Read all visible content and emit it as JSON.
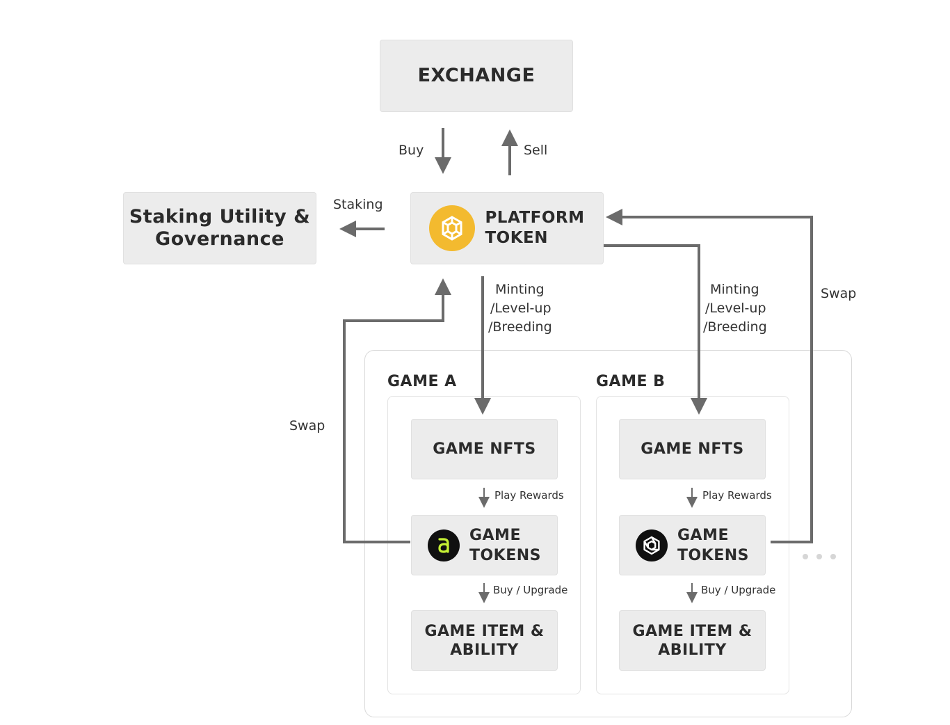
{
  "nodes": {
    "exchange": "EXCHANGE",
    "staking_utility": [
      "Staking Utility &",
      "Governance"
    ],
    "platform_token": [
      "PLATFORM",
      "TOKEN"
    ]
  },
  "edges": {
    "buy": "Buy",
    "sell": "Sell",
    "staking": "Staking",
    "minting_a": [
      "Minting",
      "/Level-up",
      "/Breeding"
    ],
    "minting_b": [
      "Minting",
      "/Level-up",
      "/Breeding"
    ],
    "swap_left": "Swap",
    "swap_right": "Swap"
  },
  "games": [
    {
      "title": "GAME A",
      "nfts": "GAME NFTS",
      "play_rewards": "Play Rewards",
      "tokens": [
        "GAME",
        "TOKENS"
      ],
      "buy_upgrade": "Buy / Upgrade",
      "items": [
        "GAME ITEM &",
        "ABILITY"
      ],
      "token_icon": "game-a-logo-icon"
    },
    {
      "title": "GAME B",
      "nfts": "GAME NFTS",
      "play_rewards": "Play Rewards",
      "tokens": [
        "GAME",
        "TOKENS"
      ],
      "buy_upgrade": "Buy / Upgrade",
      "items": [
        "GAME ITEM &",
        "ABILITY"
      ],
      "token_icon": "game-b-logo-icon"
    }
  ],
  "colors": {
    "arrow": "#6b6b6b",
    "box": "#ececec",
    "platform_icon": "#f3ba2f",
    "game_a_accent": "#c6f135"
  }
}
